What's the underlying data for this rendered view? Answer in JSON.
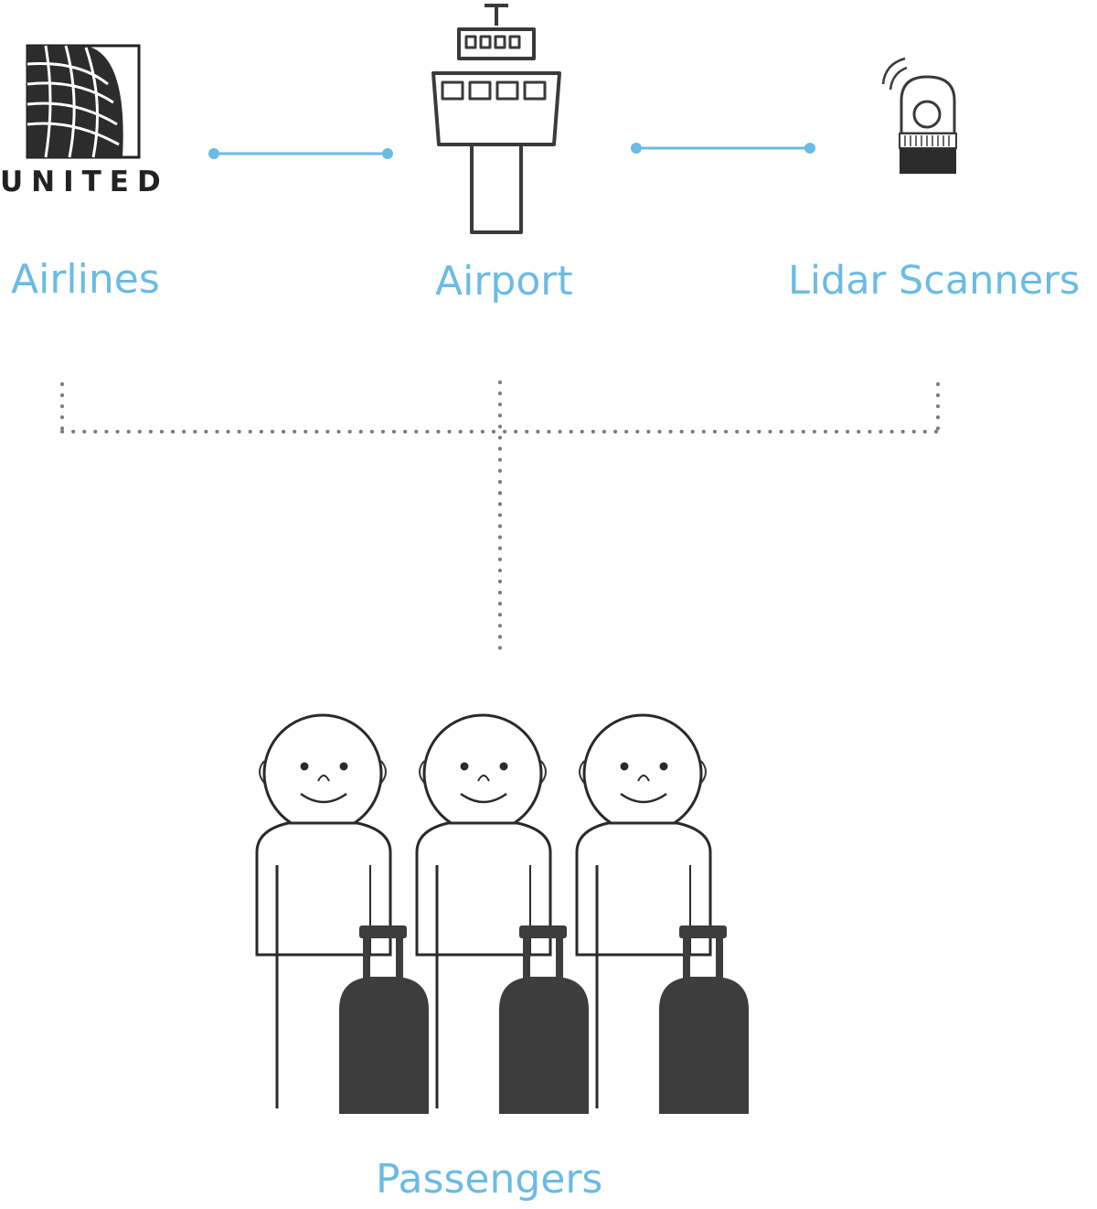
{
  "nodes": {
    "airlines": {
      "label": "Airlines",
      "logo_text": "UNITED"
    },
    "airport": {
      "label": "Airport"
    },
    "lidar": {
      "label": "Lidar Scanners"
    },
    "passengers": {
      "label": "Passengers"
    }
  },
  "connections": [
    {
      "from": "airlines",
      "to": "airport",
      "style": "solid"
    },
    {
      "from": "airport",
      "to": "lidar",
      "style": "solid"
    },
    {
      "from": "airlines",
      "to": "passengers",
      "style": "dotted"
    },
    {
      "from": "airport",
      "to": "passengers",
      "style": "dotted"
    },
    {
      "from": "lidar",
      "to": "passengers",
      "style": "dotted"
    }
  ],
  "colors": {
    "label": "#6bbbe3",
    "connector": "#6bbbe3",
    "dotted": "#7a7a7a",
    "icon_stroke": "#3a3a3a",
    "luggage": "#3d3d3d"
  },
  "icons": {
    "airlines": "united-globe-logo",
    "airport": "control-tower-icon",
    "lidar": "lidar-scanner-icon",
    "passenger": "person-with-luggage-icon"
  },
  "passenger_count": 3
}
